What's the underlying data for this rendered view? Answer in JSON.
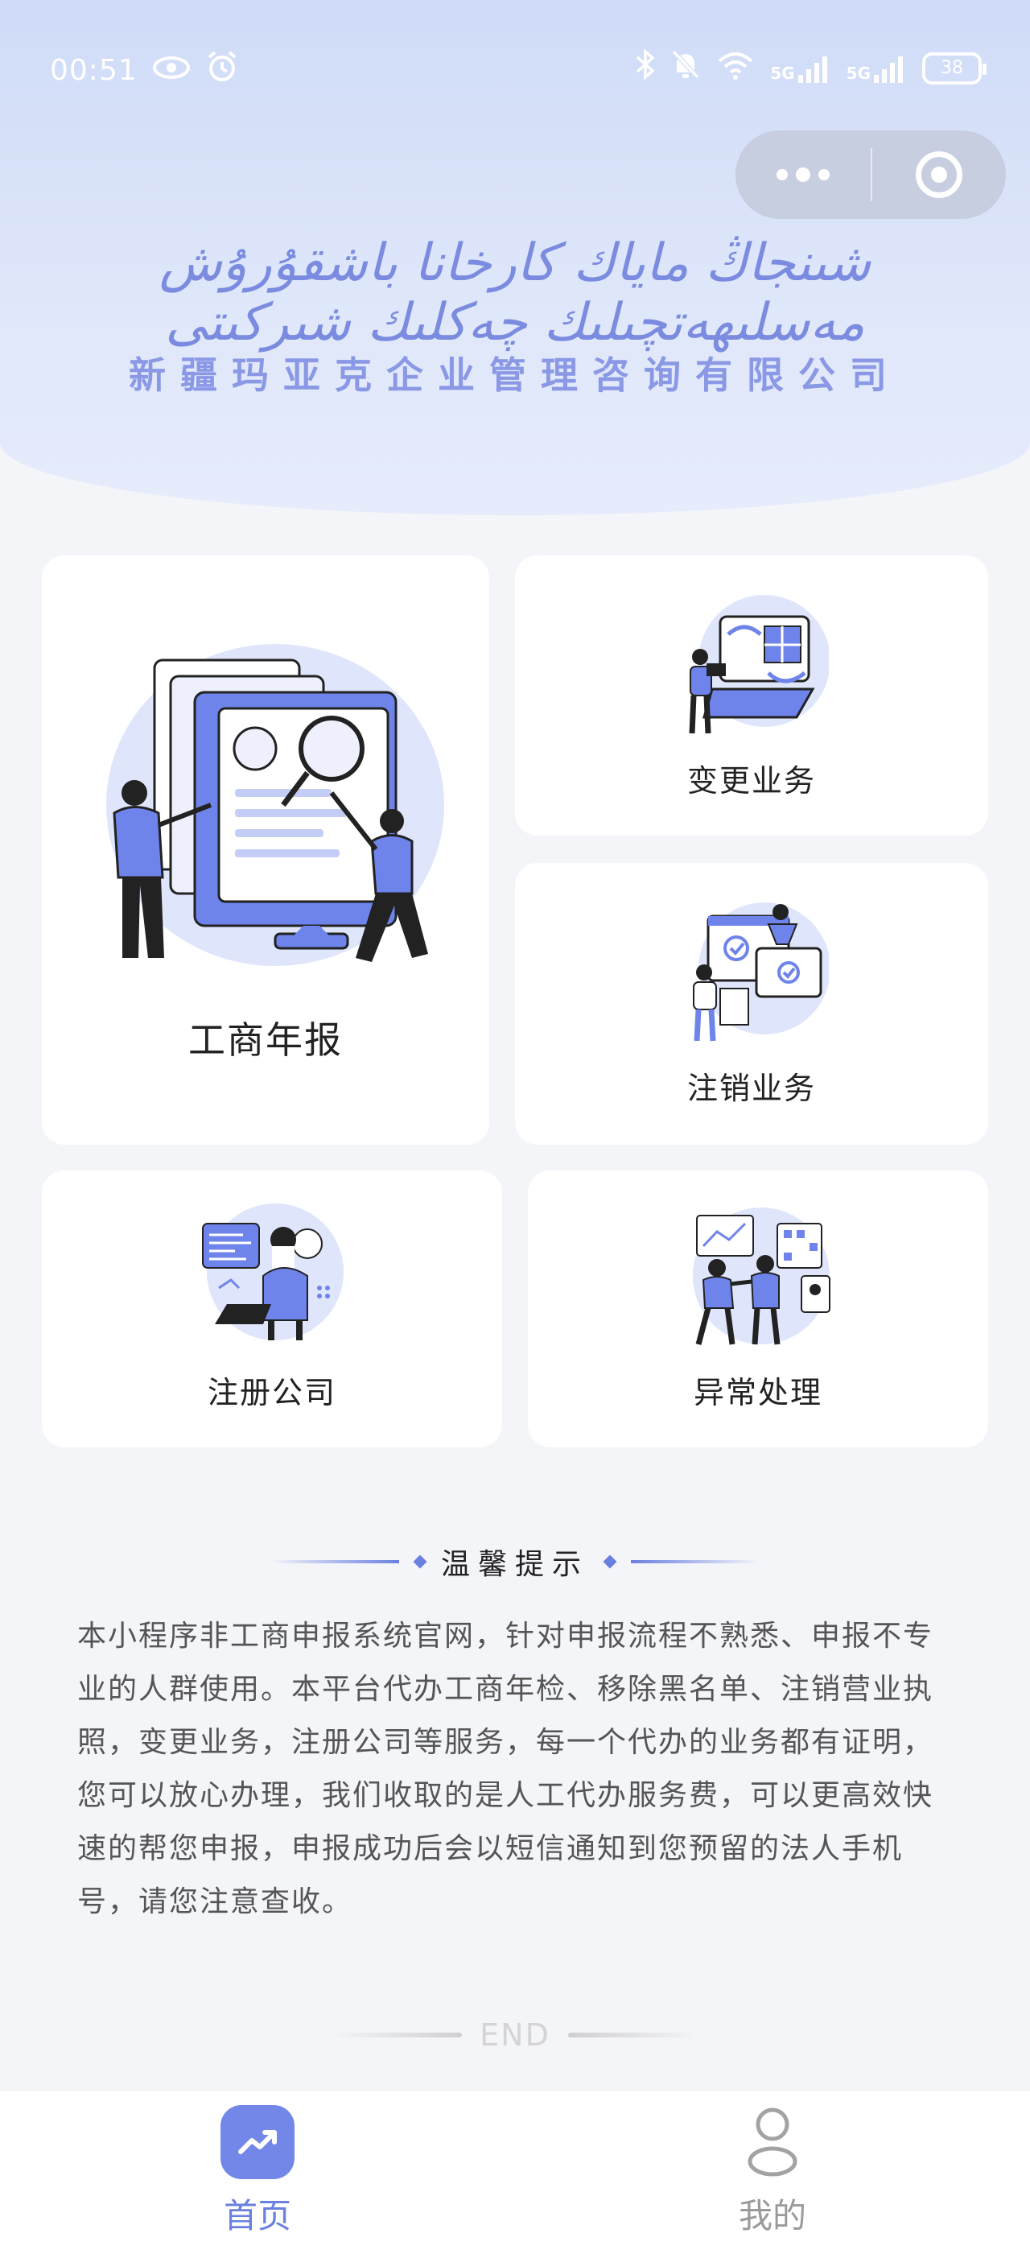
{
  "status_bar": {
    "time": "00:51",
    "network_1": "5G",
    "network_2": "5G",
    "battery": "38"
  },
  "header": {
    "company_name_uyghur": "شىنجاڭ ماياك كارخانا باشقۇرۇش مەسلىھەتچىلىك چەكلىك شىركىتى",
    "company_name_cn": "新疆玛亚克企业管理咨询有限公司"
  },
  "services": {
    "annual_report": "工商年报",
    "change": "变更业务",
    "cancel": "注销业务",
    "register": "注册公司",
    "abnormal": "异常处理"
  },
  "tips": {
    "title": "温馨提示",
    "body": "本小程序非工商申报系统官网，针对申报流程不熟悉、申报不专业的人群使用。本平台代办工商年检、移除黑名单、注销营业执照，变更业务，注册公司等服务，每一个代办的业务都有证明，您可以放心办理，我们收取的是人工代办服务费，可以更高效快速的帮您申报，申报成功后会以短信通知到您预留的法人手机号，请您注意查收。"
  },
  "end_mark": "END",
  "tabbar": {
    "home": "首页",
    "mine": "我的"
  },
  "colors": {
    "accent": "#6a80e0",
    "hero_bg": "#dfe7fa",
    "page_bg": "#f4f5f9"
  }
}
